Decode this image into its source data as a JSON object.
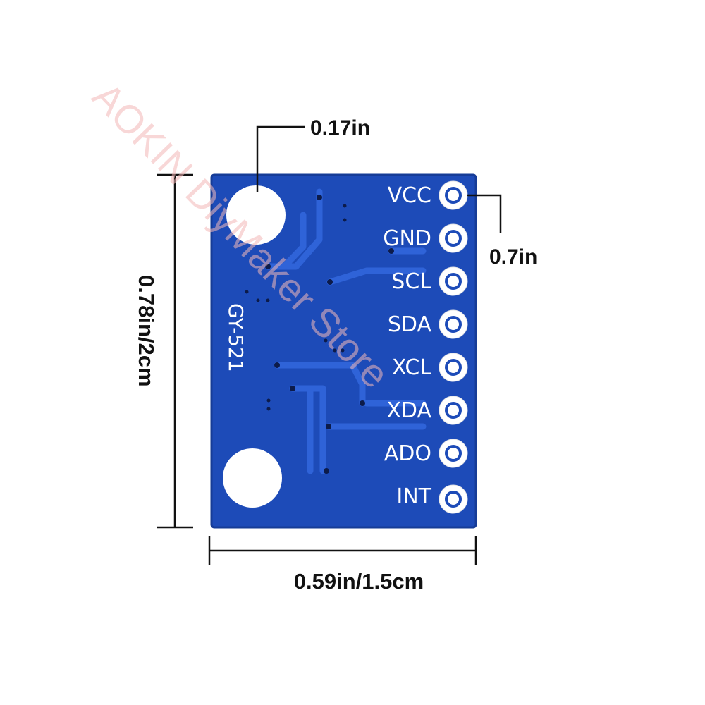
{
  "board": {
    "name": "GY-521",
    "pins": [
      "VCC",
      "GND",
      "SCL",
      "SDA",
      "XCL",
      "XDA",
      "ADO",
      "INT"
    ]
  },
  "dimensions": {
    "hole_diameter": "0.17in",
    "pin_span": "0.7in",
    "height": "0.78in/2cm",
    "width": "0.59in/1.5cm"
  },
  "watermark": "AOKIN DiyMaker Store",
  "colors": {
    "pcb": "#1d4bb8",
    "trace": "#2a5cd0",
    "hole": "#ffffff",
    "silkscreen": "#ffffff",
    "dimension_line": "#111111",
    "watermark": "#f3b8b8"
  }
}
